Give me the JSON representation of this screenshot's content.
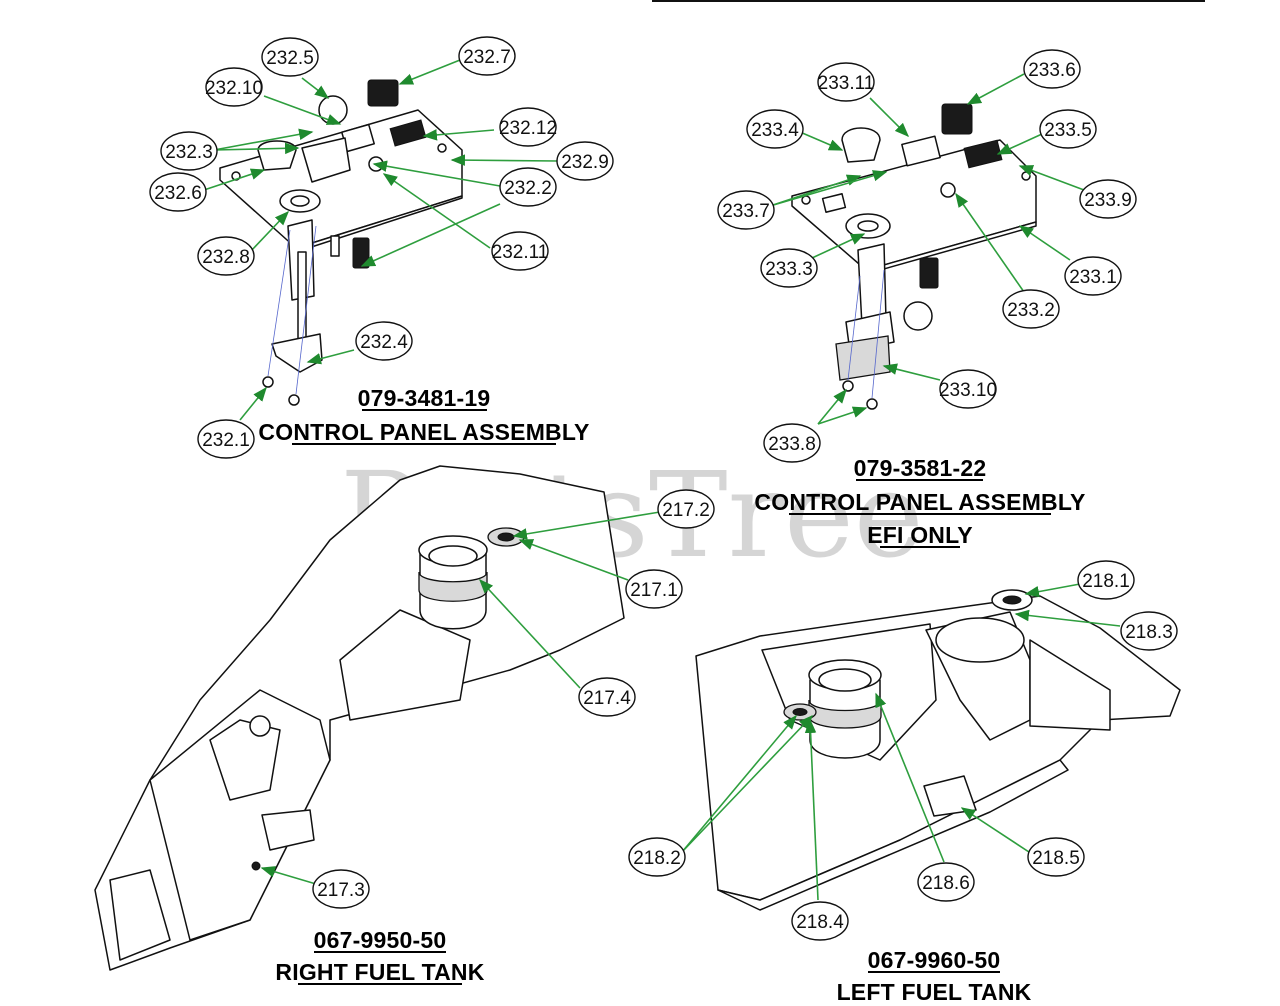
{
  "watermark": "PartsTree",
  "assemblies": [
    {
      "id": "cp1",
      "part_number": "079-3481-19",
      "name": "CONTROL PANEL ASSEMBLY",
      "note": ""
    },
    {
      "id": "cp2",
      "part_number": "079-3581-22",
      "name": "CONTROL PANEL ASSEMBLY",
      "note": "EFI ONLY"
    },
    {
      "id": "rt",
      "part_number": "067-9950-50",
      "name": "RIGHT FUEL TANK",
      "note": ""
    },
    {
      "id": "lt",
      "part_number": "067-9960-50",
      "name": "LEFT FUEL TANK",
      "note": ""
    }
  ],
  "callouts": [
    {
      "label": "232.5"
    },
    {
      "label": "232.7"
    },
    {
      "label": "232.10"
    },
    {
      "label": "232.12"
    },
    {
      "label": "232.3"
    },
    {
      "label": "232.9"
    },
    {
      "label": "232.6"
    },
    {
      "label": "232.2"
    },
    {
      "label": "232.8"
    },
    {
      "label": "232.11"
    },
    {
      "label": "232.4"
    },
    {
      "label": "232.1"
    },
    {
      "label": "233.11"
    },
    {
      "label": "233.6"
    },
    {
      "label": "233.4"
    },
    {
      "label": "233.5"
    },
    {
      "label": "233.9"
    },
    {
      "label": "233.7"
    },
    {
      "label": "233.3"
    },
    {
      "label": "233.1"
    },
    {
      "label": "233.2"
    },
    {
      "label": "233.10"
    },
    {
      "label": "233.8"
    },
    {
      "label": "217.2"
    },
    {
      "label": "217.1"
    },
    {
      "label": "217.4"
    },
    {
      "label": "217.3"
    },
    {
      "label": "218.1"
    },
    {
      "label": "218.3"
    },
    {
      "label": "218.2"
    },
    {
      "label": "218.4"
    },
    {
      "label": "218.6"
    },
    {
      "label": "218.5"
    }
  ],
  "colors": {
    "leader": "#2e9e3e",
    "watermark": "#c8c8c8",
    "ink": "#111111"
  }
}
